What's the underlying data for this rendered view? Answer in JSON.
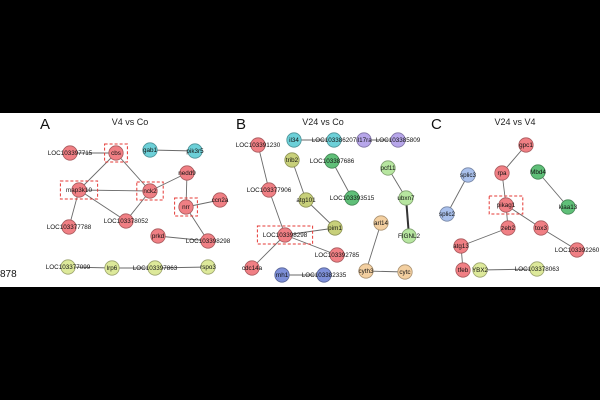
{
  "side_number": "878",
  "colors": {
    "red": "#f07f84",
    "teal": "#6cd0d8",
    "blue": "#7d8fd8",
    "olive": "#c8d07a",
    "lightgreen": "#b7e6a0",
    "green": "#5fbf78",
    "purple": "#b7a6ea",
    "peach": "#f3cfa0",
    "lightblue": "#a9c0ec",
    "yellowgreen": "#dde99a"
  },
  "panels": [
    {
      "letter": "A",
      "title": "V4 vs Co",
      "nodes": [
        {
          "id": "LOC103397715",
          "label": "LOC103397715",
          "color": "red"
        },
        {
          "id": "cbs",
          "label": "cbs",
          "color": "red"
        },
        {
          "id": "gab1",
          "label": "gab1",
          "color": "teal"
        },
        {
          "id": "pik3r5",
          "label": "pik3r5",
          "color": "teal"
        },
        {
          "id": "nedd9",
          "label": "nedd9",
          "color": "red"
        },
        {
          "id": "map3k10",
          "label": "map3k10",
          "color": "red"
        },
        {
          "id": "nck2",
          "label": "nck2",
          "color": "red"
        },
        {
          "id": "nrr",
          "label": "nrr",
          "color": "red"
        },
        {
          "id": "ccn2a",
          "label": "ccn2a",
          "color": "red"
        },
        {
          "id": "LOC103377788",
          "label": "LOC103377788",
          "color": "red"
        },
        {
          "id": "LOC103378052",
          "label": "LOC103378052",
          "color": "red"
        },
        {
          "id": "prkd",
          "label": "prkd",
          "color": "red"
        },
        {
          "id": "LOC103398298",
          "label": "LOC103398298",
          "color": "red"
        },
        {
          "id": "LOC103377099",
          "label": "LOC103377099",
          "color": "yellowgreen"
        },
        {
          "id": "lrp6",
          "label": "lrp6",
          "color": "yellowgreen"
        },
        {
          "id": "LOC103397863",
          "label": "LOC103397863",
          "color": "yellowgreen"
        },
        {
          "id": "rspo3",
          "label": "rspo3",
          "color": "yellowgreen"
        }
      ],
      "edges": [
        [
          "LOC103397715",
          "cbs"
        ],
        [
          "cbs",
          "map3k10"
        ],
        [
          "cbs",
          "nck2"
        ],
        [
          "map3k10",
          "nck2"
        ],
        [
          "map3k10",
          "LOC103377788"
        ],
        [
          "map3k10",
          "LOC103378052"
        ],
        [
          "nck2",
          "LOC103378052"
        ],
        [
          "gab1",
          "pik3r5"
        ],
        [
          "nck2",
          "nedd9"
        ],
        [
          "nedd9",
          "nrr"
        ],
        [
          "nrr",
          "ccn2a"
        ],
        [
          "nrr",
          "LOC103398298"
        ],
        [
          "prkd",
          "LOC103398298"
        ],
        [
          "LOC103377099",
          "lrp6"
        ],
        [
          "lrp6",
          "LOC103397863"
        ],
        [
          "LOC103397863",
          "rspo3"
        ]
      ],
      "highlighted": [
        "cbs",
        "map3k10",
        "nck2",
        "nrr"
      ]
    },
    {
      "letter": "B",
      "title": "V24 vs Co",
      "nodes": [
        {
          "id": "LOC103391230",
          "label": "LOC103391230",
          "color": "red"
        },
        {
          "id": "il34",
          "label": "il34",
          "color": "teal"
        },
        {
          "id": "LOC103386207",
          "label": "LOC103386207",
          "color": "teal"
        },
        {
          "id": "il17ra",
          "label": "il17ra",
          "color": "purple"
        },
        {
          "id": "LOC103385809",
          "label": "LOC103385809",
          "color": "purple"
        },
        {
          "id": "trib2",
          "label": "trib2",
          "color": "olive"
        },
        {
          "id": "LOC103387686",
          "label": "LOC103387686",
          "color": "green"
        },
        {
          "id": "pcf11",
          "label": "pcf11",
          "color": "lightgreen"
        },
        {
          "id": "LOC103377906",
          "label": "LOC103377906",
          "color": "red"
        },
        {
          "id": "atg101",
          "label": "atg101",
          "color": "olive"
        },
        {
          "id": "LOC103393515",
          "label": "LOC103393515",
          "color": "green"
        },
        {
          "id": "ubxn7",
          "label": "ubxn7",
          "color": "lightgreen"
        },
        {
          "id": "pim1",
          "label": "pim1",
          "color": "olive"
        },
        {
          "id": "arl14",
          "label": "arl14",
          "color": "peach"
        },
        {
          "id": "FIGNL2",
          "label": "FIGNL2",
          "color": "lightgreen"
        },
        {
          "id": "LOC103398298",
          "label": "LOC103398298",
          "color": "red"
        },
        {
          "id": "LOC103392785",
          "label": "LOC103392785",
          "color": "red"
        },
        {
          "id": "cdc14a",
          "label": "cdc14a",
          "color": "red"
        },
        {
          "id": "cyth3",
          "label": "cyth3",
          "color": "peach"
        },
        {
          "id": "cytc",
          "label": "cytc",
          "color": "peach"
        },
        {
          "id": "rnh1",
          "label": "rnh1",
          "color": "blue"
        },
        {
          "id": "LOC103382335",
          "label": "LOC103382335",
          "color": "blue"
        }
      ],
      "edges": [
        [
          "il34",
          "LOC103386207"
        ],
        [
          "il17ra",
          "LOC103385809"
        ],
        [
          "LOC103391230",
          "LOC103377906"
        ],
        [
          "LOC103377906",
          "LOC103398298"
        ],
        [
          "trib2",
          "atg101"
        ],
        [
          "atg101",
          "pim1"
        ],
        [
          "LOC103387686",
          "LOC103393515"
        ],
        [
          "pcf11",
          "ubxn7"
        ],
        [
          "ubxn7",
          "FIGNL2"
        ],
        [
          "arl14",
          "cyth3"
        ],
        [
          "cyth3",
          "cytc"
        ],
        [
          "LOC103398298",
          "LOC103392785"
        ],
        [
          "LOC103398298",
          "cdc14a"
        ],
        [
          "LOC103398298",
          "pim1"
        ],
        [
          "rnh1",
          "LOC103382335"
        ]
      ],
      "thick_edges": [
        [
          "ubxn7",
          "FIGNL2"
        ]
      ],
      "highlighted": [
        "LOC103398298"
      ]
    },
    {
      "letter": "C",
      "title": "V24 vs V4",
      "nodes": [
        {
          "id": "gpc1",
          "label": "gpc1",
          "color": "red"
        },
        {
          "id": "splic3",
          "label": "splic3",
          "color": "lightblue"
        },
        {
          "id": "Mbd4",
          "label": "Mbd4",
          "color": "green"
        },
        {
          "id": "rpa",
          "label": "rpa",
          "color": "red"
        },
        {
          "id": "kiaa13",
          "label": "kiaa13",
          "color": "green"
        },
        {
          "id": "splic2",
          "label": "splic2",
          "color": "lightblue"
        },
        {
          "id": "pikag1",
          "label": "pikag1",
          "color": "red"
        },
        {
          "id": "zeb2",
          "label": "zeb2",
          "color": "red"
        },
        {
          "id": "tox3",
          "label": "tox3",
          "color": "red"
        },
        {
          "id": "atg13",
          "label": "atg13",
          "color": "red"
        },
        {
          "id": "LOC103392260",
          "label": "LOC103392260",
          "color": "red"
        },
        {
          "id": "tfeb",
          "label": "tfeb",
          "color": "red"
        },
        {
          "id": "YBX2",
          "label": "YBX2",
          "color": "yellowgreen"
        },
        {
          "id": "LOC103378063",
          "label": "LOC103378063",
          "color": "yellowgreen"
        }
      ],
      "edges": [
        [
          "gpc1",
          "rpa"
        ],
        [
          "rpa",
          "pikag1"
        ],
        [
          "splic3",
          "splic2"
        ],
        [
          "Mbd4",
          "kiaa13"
        ],
        [
          "pikag1",
          "zeb2"
        ],
        [
          "pikag1",
          "tox3"
        ],
        [
          "zeb2",
          "atg13"
        ],
        [
          "atg13",
          "tfeb"
        ],
        [
          "tox3",
          "LOC103392260"
        ],
        [
          "YBX2",
          "LOC103378063"
        ]
      ],
      "highlighted": [
        "pikag1"
      ]
    }
  ]
}
